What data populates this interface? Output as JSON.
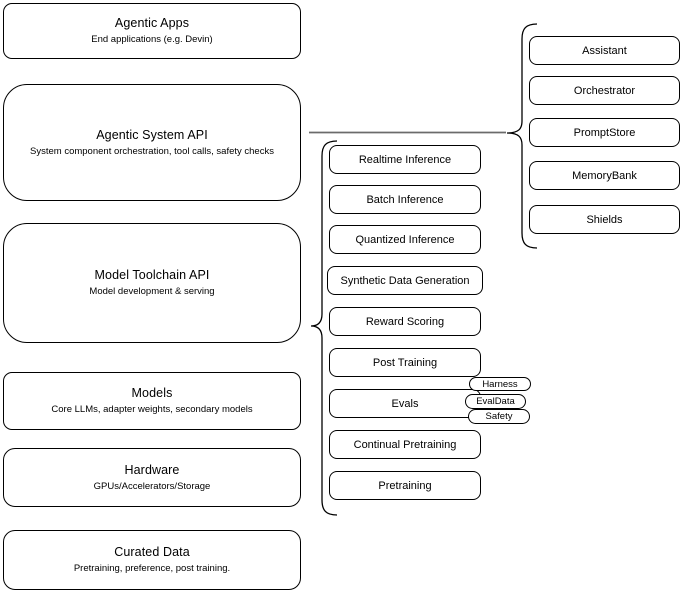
{
  "colors": {
    "background": "#ffffff",
    "stroke": "#000000",
    "text": "#000000",
    "connector_line": "#6b6b6b"
  },
  "app_stack": [
    {
      "title": "Agentic Apps",
      "subtitle": "End applications (e.g. Devin)"
    },
    {
      "title": "Agentic System API",
      "subtitle": "System component orchestration, tool calls, safety checks"
    },
    {
      "title": "Model Toolchain API",
      "subtitle": "Model development & serving"
    },
    {
      "title": "Models",
      "subtitle": "Core LLMs, adapter weights, secondary models"
    },
    {
      "title": "Hardware",
      "subtitle": "GPUs/Accelerators/Storage"
    },
    {
      "title": "Curated Data",
      "subtitle": "Pretraining, preference, post training."
    }
  ],
  "toolchain_items": [
    "Realtime Inference",
    "Batch Inference",
    "Quantized Inference",
    "Synthetic Data Generation",
    "Reward Scoring",
    "Post Training",
    "Evals",
    "Continual Pretraining",
    "Pretraining"
  ],
  "eval_tags": [
    "Harness",
    "EvalData",
    "Safety"
  ],
  "system_components": [
    "Assistant",
    "Orchestrator",
    "PromptStore",
    "MemoryBank",
    "Shields"
  ]
}
